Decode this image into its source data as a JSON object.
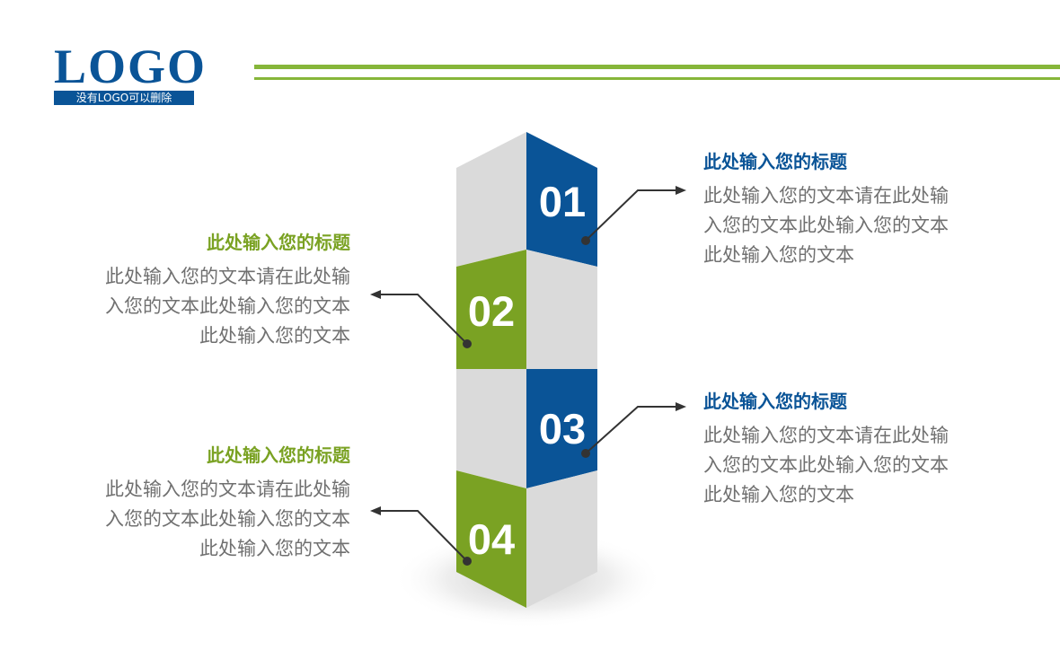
{
  "logo": {
    "text": "LOGO",
    "subtitle": "没有LOGO可以删除"
  },
  "colors": {
    "blue": "#0a5497",
    "green": "#7aa223",
    "grey": "#dadada",
    "line": "#86b63a"
  },
  "items": [
    {
      "number": "01",
      "title": "此处输入您的标题",
      "lines": [
        "此处输入您的文本请在此处输",
        "入您的文本此处输入您的文本",
        "此处输入您的文本"
      ]
    },
    {
      "number": "02",
      "title": "此处输入您的标题",
      "lines": [
        "此处输入您的文本请在此处输",
        "入您的文本此处输入您的文本",
        "此处输入您的文本"
      ]
    },
    {
      "number": "03",
      "title": "此处输入您的标题",
      "lines": [
        "此处输入您的文本请在此处输",
        "入您的文本此处输入您的文本",
        "此处输入您的文本"
      ]
    },
    {
      "number": "04",
      "title": "此处输入您的标题",
      "lines": [
        "此处输入您的文本请在此处输",
        "入您的文本此处输入您的文本",
        "此处输入您的文本"
      ]
    }
  ]
}
